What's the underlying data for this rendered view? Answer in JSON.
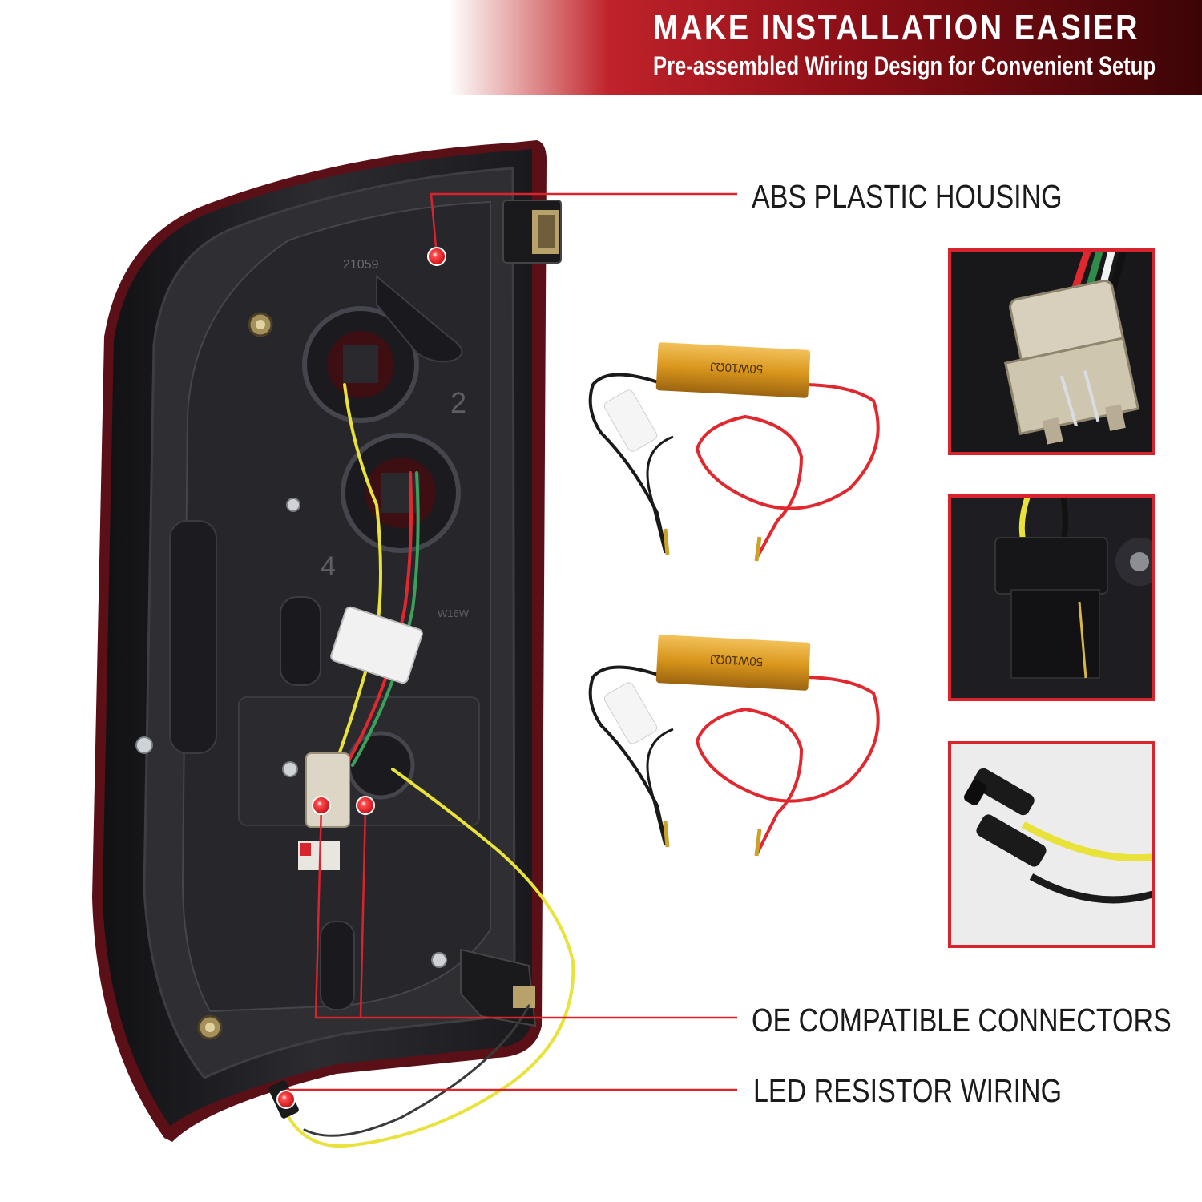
{
  "banner": {
    "title": "MAKE INSTALLATION EASIER",
    "subtitle": "Pre-assembled Wiring Design for Convenient Setup"
  },
  "callouts": {
    "housing": "ABS PLASTIC HOUSING",
    "connectors": "OE COMPATIBLE CONNECTORS",
    "resistor": "LED RESISTOR WIRING"
  },
  "resistor_label": "50W10ΩJ",
  "housing_marks": {
    "part_code": "21059",
    "socket_2": "2",
    "socket_4": "4",
    "bulb": "W16W"
  },
  "colors": {
    "accent_red": "#d9232d",
    "housing": "#222226",
    "resistor_gold": "#d9961c",
    "wire_yellow": "#e8e23a",
    "wire_red": "#e0282e"
  },
  "icons": {
    "marker": "red-dot-marker-icon"
  }
}
